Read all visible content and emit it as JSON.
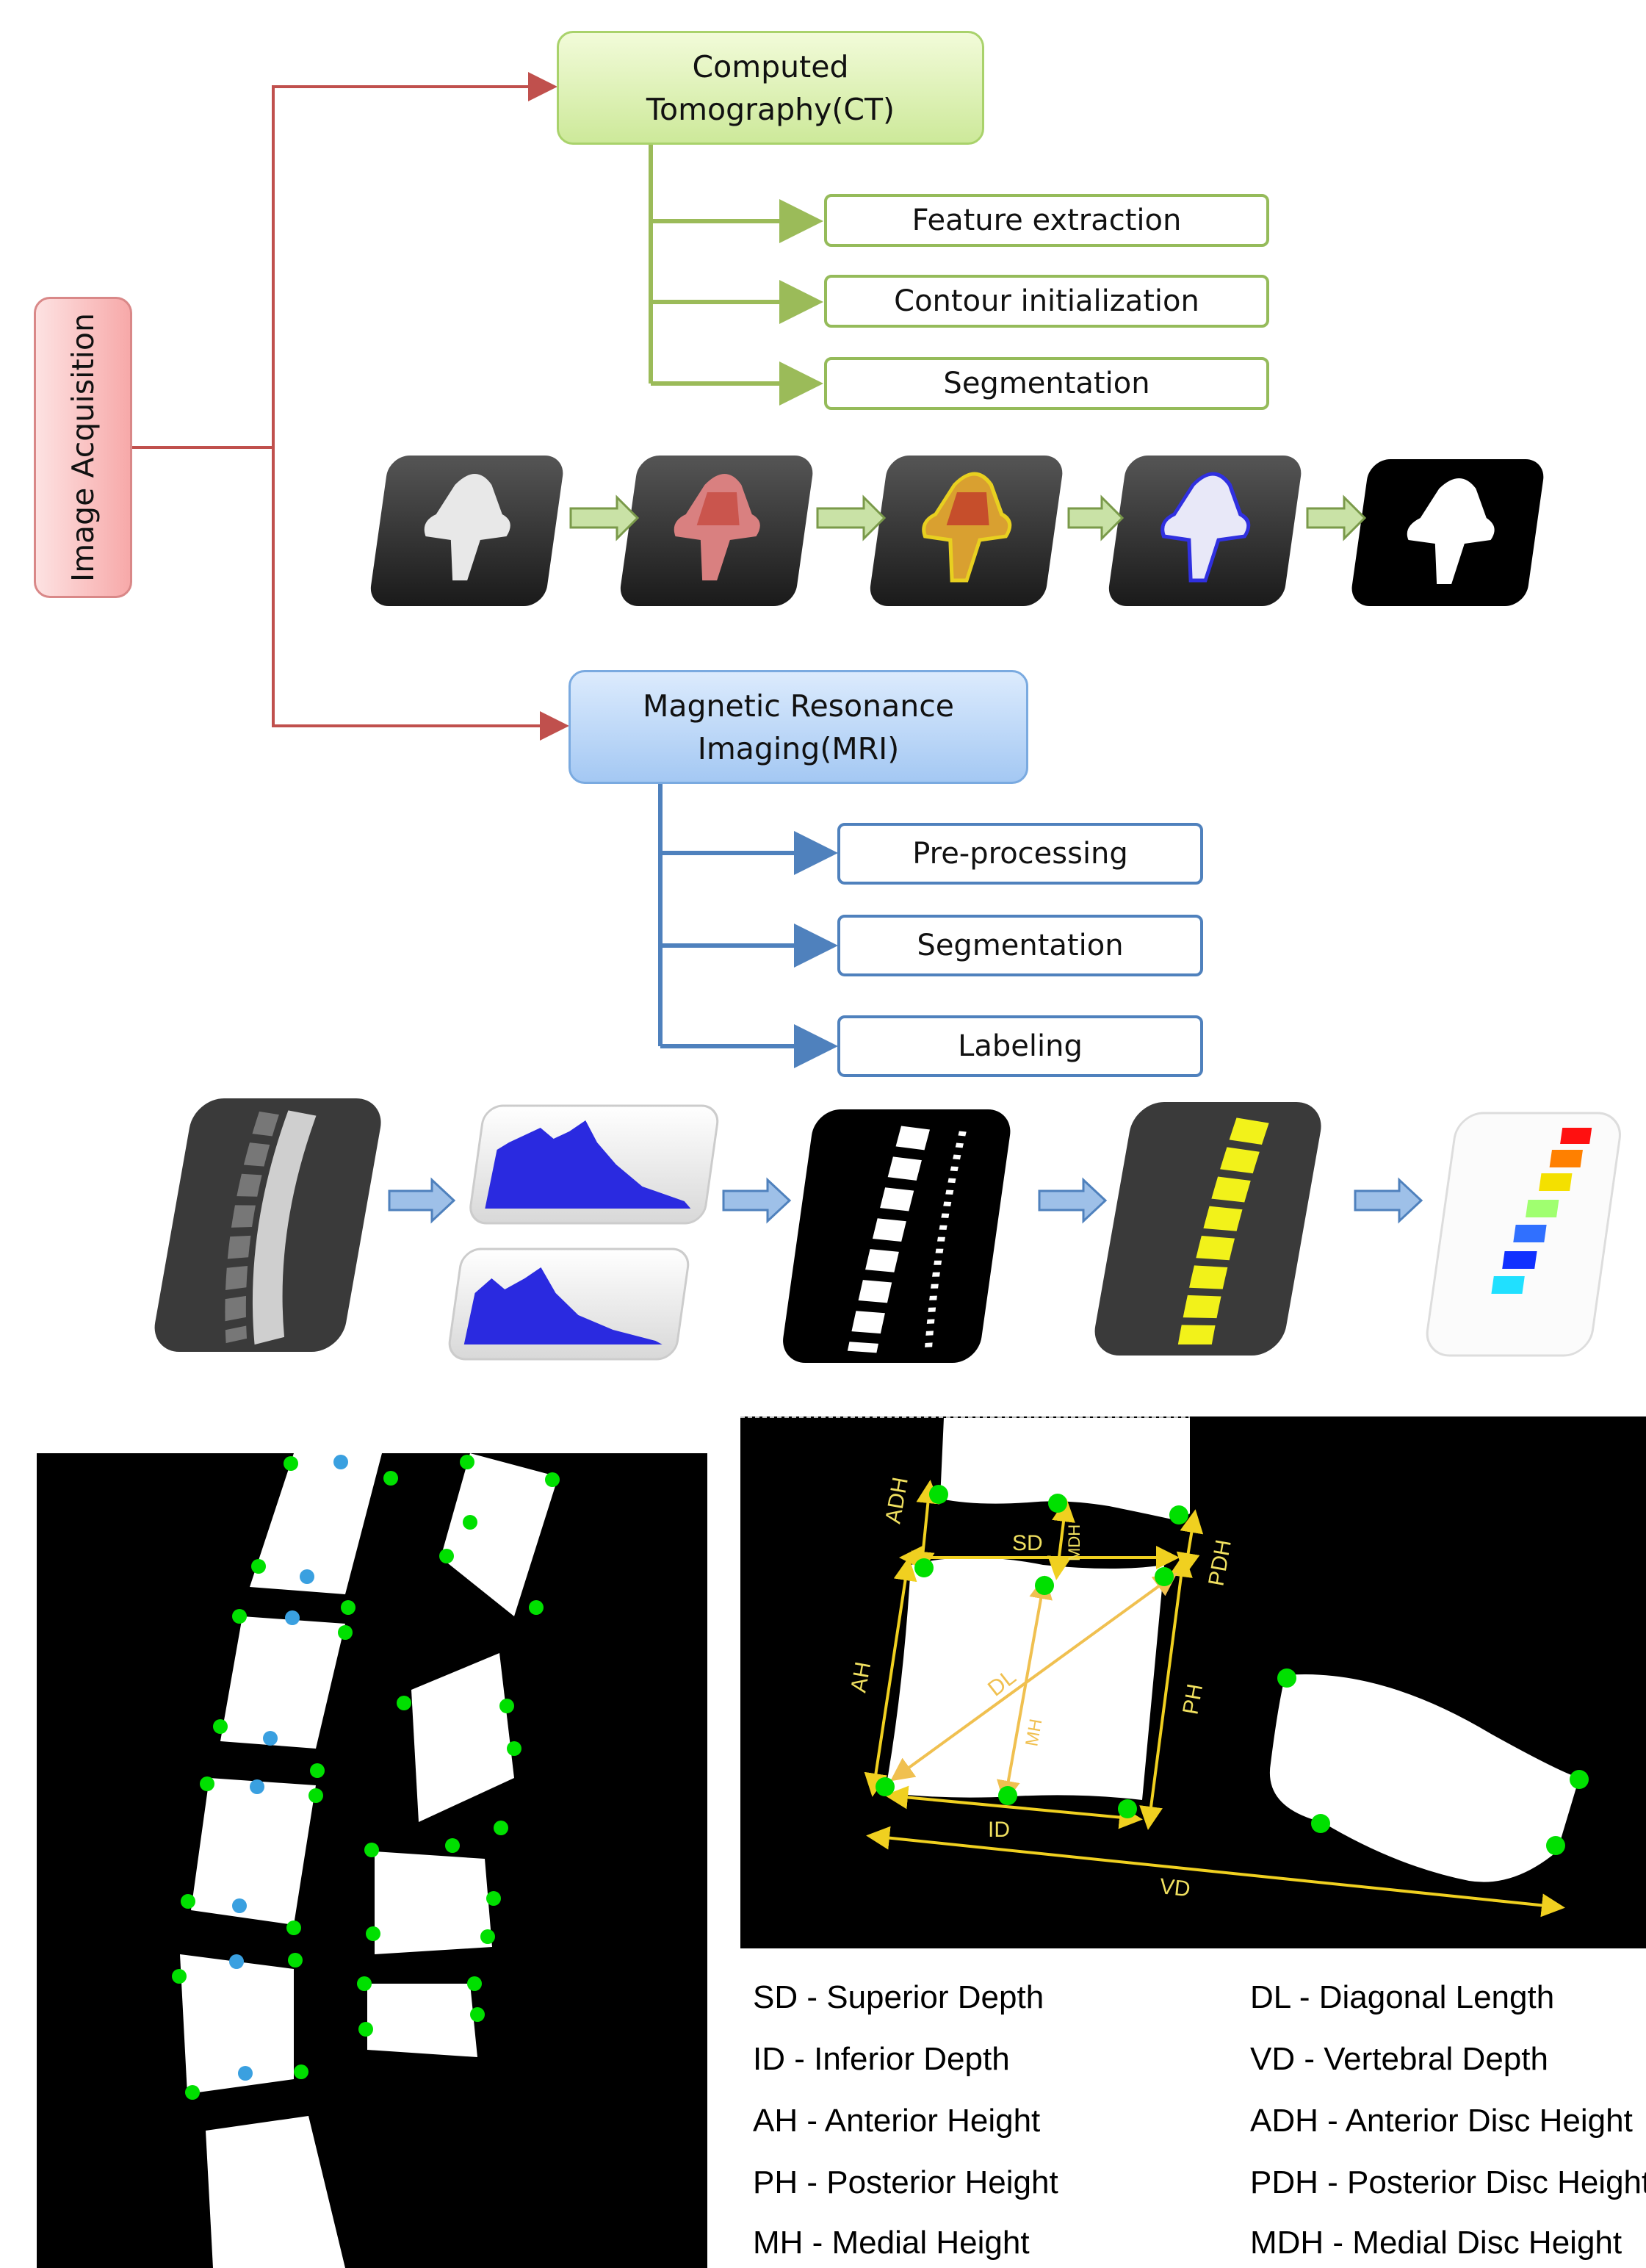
{
  "flow": {
    "acquisition": "Image Acquisition",
    "ct": {
      "line1": "Computed",
      "line2": "Tomography(CT)"
    },
    "ct_steps": [
      "Feature extraction",
      "Contour initialization",
      "Segmentation"
    ],
    "mri": {
      "line1": "Magnetic Resonance",
      "line2": "Imaging(MRI)"
    },
    "mri_steps": [
      "Pre-processing",
      "Segmentation",
      "Labeling"
    ]
  },
  "measure_labels": [
    "ADH",
    "SD",
    "MDH",
    "PDH",
    "AH",
    "DL",
    "MH",
    "PH",
    "ID",
    "VD"
  ],
  "legend": [
    {
      "left": "SD - Superior Depth",
      "right": "DL - Diagonal Length"
    },
    {
      "left": "ID - Inferior Depth",
      "right": "VD - Vertebral Depth"
    },
    {
      "left": "AH - Anterior Height",
      "right": "ADH - Anterior Disc Height"
    },
    {
      "left": "PH - Posterior Height",
      "right": "PDH - Posterior Disc Height"
    },
    {
      "left": "MH - Medial Height",
      "right": "MDH - Medial Disc Height"
    }
  ],
  "colors": {
    "ct_arrow": "#c0504d",
    "ct_branch": "#9bbb59",
    "mri_branch": "#4f81bd",
    "keypoint": "#00e000",
    "midpoint": "#3aa0e0",
    "measure": "#f0d020"
  }
}
